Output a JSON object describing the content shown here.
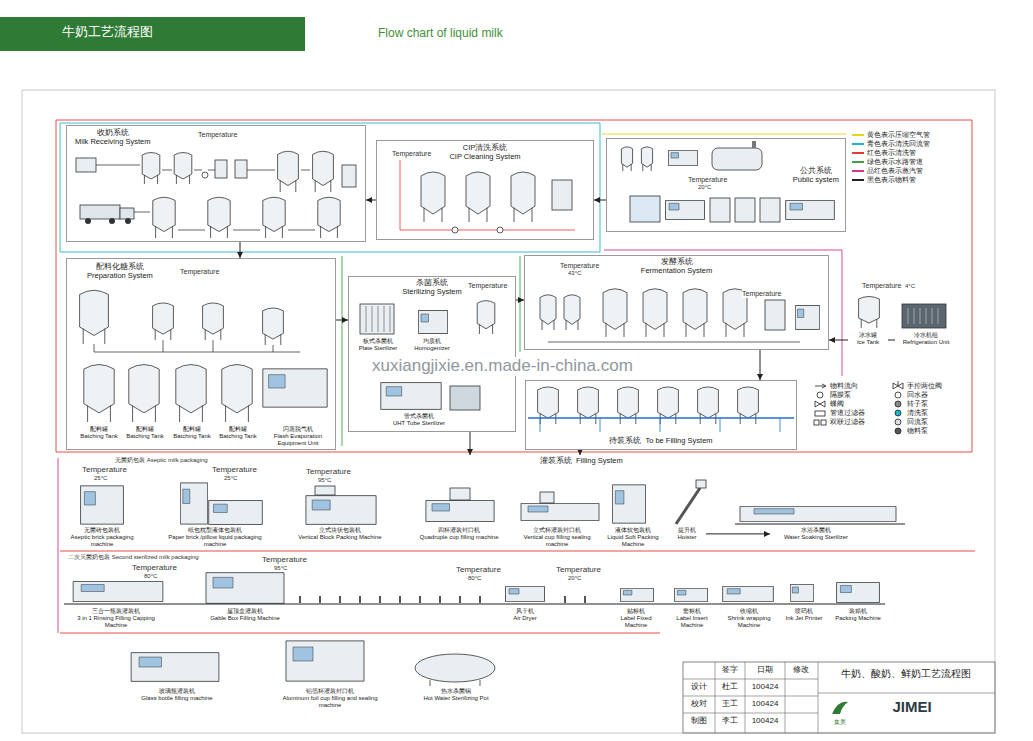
{
  "diagram": {
    "title": "牛奶工艺流程图",
    "nodes": [
      {
        "text": [
          "收奶系统",
          "Milk Receiving System"
        ]
      },
      {
        "text": [
          "CIP清洗系统",
          "CIP Cleaning System"
        ]
      },
      {
        "text": [
          "公共系统",
          "Public system"
        ]
      },
      {
        "text": [
          "配料化糖系统",
          "Preparation System"
        ]
      },
      {
        "text": [
          "配料罐",
          "Batching Tank"
        ],
        "in": 3
      },
      {
        "text": [
          "配料罐",
          "Batching Tank"
        ],
        "in": 3
      },
      {
        "text": [
          "配料罐",
          "Batching Tank"
        ],
        "in": 3
      },
      {
        "text": [
          "配料罐",
          "Batching Tank"
        ],
        "in": 3
      },
      {
        "text": [
          "闪蒸脱气机",
          "Flash Evaporation Equipment Unit"
        ],
        "in": 3
      },
      {
        "text": [
          "杀菌系统",
          "Sterilizing System"
        ]
      },
      {
        "text": [
          "板式杀菌机",
          "Plate Sterilizer"
        ],
        "in": 9
      },
      {
        "text": [
          "均质机",
          "Homogenizer"
        ],
        "in": 9
      },
      {
        "text": [
          "管式杀菌机",
          "UHT Tube Sterilizer"
        ],
        "in": 9
      },
      {
        "text": [
          "发酵系统",
          "Fermentation System"
        ]
      },
      {
        "text": [
          "冰水罐",
          "Ice Tank"
        ]
      },
      {
        "text": [
          "冷水机组",
          "Refrigeration Unit"
        ]
      },
      {
        "text": [
          "待装系统",
          "To be Filling System"
        ]
      },
      {
        "text": [
          "灌装系统",
          "Filling System"
        ]
      },
      {
        "text": [
          "无菌砖包装机",
          "Aseptic brick packaging machine"
        ],
        "in": 17
      },
      {
        "text": [
          "纸包枕型液体包装机",
          "Paper brick /pillow liquid packaging machine"
        ],
        "in": 17
      },
      {
        "text": [
          "立式块状包装机",
          "Vertical Block Packing Machine"
        ],
        "in": 17
      },
      {
        "text": [
          "四杯灌装封口机",
          "Quadruple cup filling machine"
        ],
        "in": 17
      },
      {
        "text": [
          "立式杯灌装封口机",
          "Vertical cup filling sealing machine"
        ],
        "in": 17
      },
      {
        "text": [
          "液体软包装机",
          "Liquid Soft Packing Machine"
        ],
        "in": 17
      },
      {
        "text": [
          "提升机",
          "Hoister"
        ],
        "in": 17
      },
      {
        "text": [
          "水浴杀菌机",
          "Water Soaking Sterilizer"
        ],
        "in": 17
      },
      {
        "text": [
          "三合一瓶装灌装机",
          "3 in 1 Rinsing Filling Capping Machine"
        ],
        "in": 17
      },
      {
        "text": [
          "屋顶盒灌装机",
          "Gable Box Filling Machine"
        ],
        "in": 17
      },
      {
        "text": [
          "风干机",
          "Air Dryer"
        ],
        "in": 17
      },
      {
        "text": [
          "贴标机",
          "Label Fixed Machine"
        ],
        "in": 17
      },
      {
        "text": [
          "套标机",
          "Label Insert Machine"
        ],
        "in": 17
      },
      {
        "text": [
          "收缩机",
          "Shrink wrapping Machine"
        ],
        "in": 17
      },
      {
        "text": [
          "喷码机",
          "Ink Jet Printer"
        ],
        "in": 17
      },
      {
        "text": [
          "装箱机",
          "Packing Machine"
        ],
        "in": 17
      },
      {
        "text": [
          "玻璃瓶灌装机",
          "Glass bottle filling machine"
        ],
        "in": 17
      },
      {
        "text": [
          "铝箔杯灌装封口机",
          "Aluminum foil cup filling and sealing machine"
        ],
        "in": 17
      },
      {
        "text": [
          "热水杀菌锅",
          "Hot Water Sterilizing Pot"
        ],
        "in": 17
      }
    ],
    "edges": [
      {
        "from": 0,
        "to": 3,
        "arrow": "to"
      },
      {
        "from": 3,
        "to": 9,
        "arrow": "to"
      },
      {
        "from": 9,
        "to": 13,
        "arrow": "to"
      },
      {
        "from": 13,
        "to": 16,
        "arrow": "to"
      },
      {
        "from": 16,
        "to": 17,
        "arrow": "to"
      },
      {
        "from": 1,
        "to": 0,
        "arrow": "to"
      },
      {
        "from": 2,
        "to": 1,
        "arrow": "to"
      },
      {
        "from": 14,
        "to": 13,
        "arrow": "to"
      },
      {
        "from": 15,
        "to": 14,
        "arrow": "none"
      },
      {
        "from": 9,
        "to": 17,
        "arrow": "to"
      },
      {
        "from": 24,
        "to": 25,
        "arrow": "to"
      }
    ],
    "labels": [
      "Flow chart of liquid milk",
      "xuxiangjixie.en.made-in-china.com",
      "Temperature",
      "Temperature",
      "Temperature",
      "20°C",
      "Temperature",
      "Temperature",
      "Temperature",
      "43°C",
      "Temperature",
      "Temperature",
      "4°C",
      "无菌奶包装 Aseptic milk packaging",
      "Temperature",
      "25°C",
      "Temperature",
      "25°C",
      "Temperature",
      "95°C",
      "二次灭菌奶包装 Second sterilized milk packaging",
      "Temperature",
      "80°C",
      "Temperature",
      "95°C",
      "Temperature",
      "80°C",
      "Temperature",
      "20°C",
      "签字",
      "日期",
      "修改",
      "设计",
      "杜工",
      "100424",
      "校对",
      "王工",
      "100424",
      "制图",
      "李工",
      "100424",
      "牛奶、酸奶、鲜奶工艺流程图",
      "JIMEI",
      "集美"
    ],
    "legend": [
      {
        "text": "黄色表示压缩空气管",
        "color": "#e6d21a"
      },
      {
        "text": "青色表示清洗回流管",
        "color": "#1fb5c8"
      },
      {
        "text": "红色表示清洗管",
        "color": "#e53935"
      },
      {
        "text": "绿色表示水路管道",
        "color": "#43a047"
      },
      {
        "text": "品红色表示蒸汽管",
        "color": "#d6338f"
      },
      {
        "text": "黑色表示物料管",
        "color": "#222222"
      },
      {
        "text": "物料流向"
      },
      {
        "text": "隔膜泵"
      },
      {
        "text": "蝶阀"
      },
      {
        "text": "管道过滤器"
      },
      {
        "text": "双联过滤器"
      },
      {
        "text": "手控两位阀"
      },
      {
        "text": "回水器"
      },
      {
        "text": "转子泵"
      },
      {
        "text": "清洗泵"
      },
      {
        "text": "回流泵"
      },
      {
        "text": "物料泵"
      }
    ]
  }
}
